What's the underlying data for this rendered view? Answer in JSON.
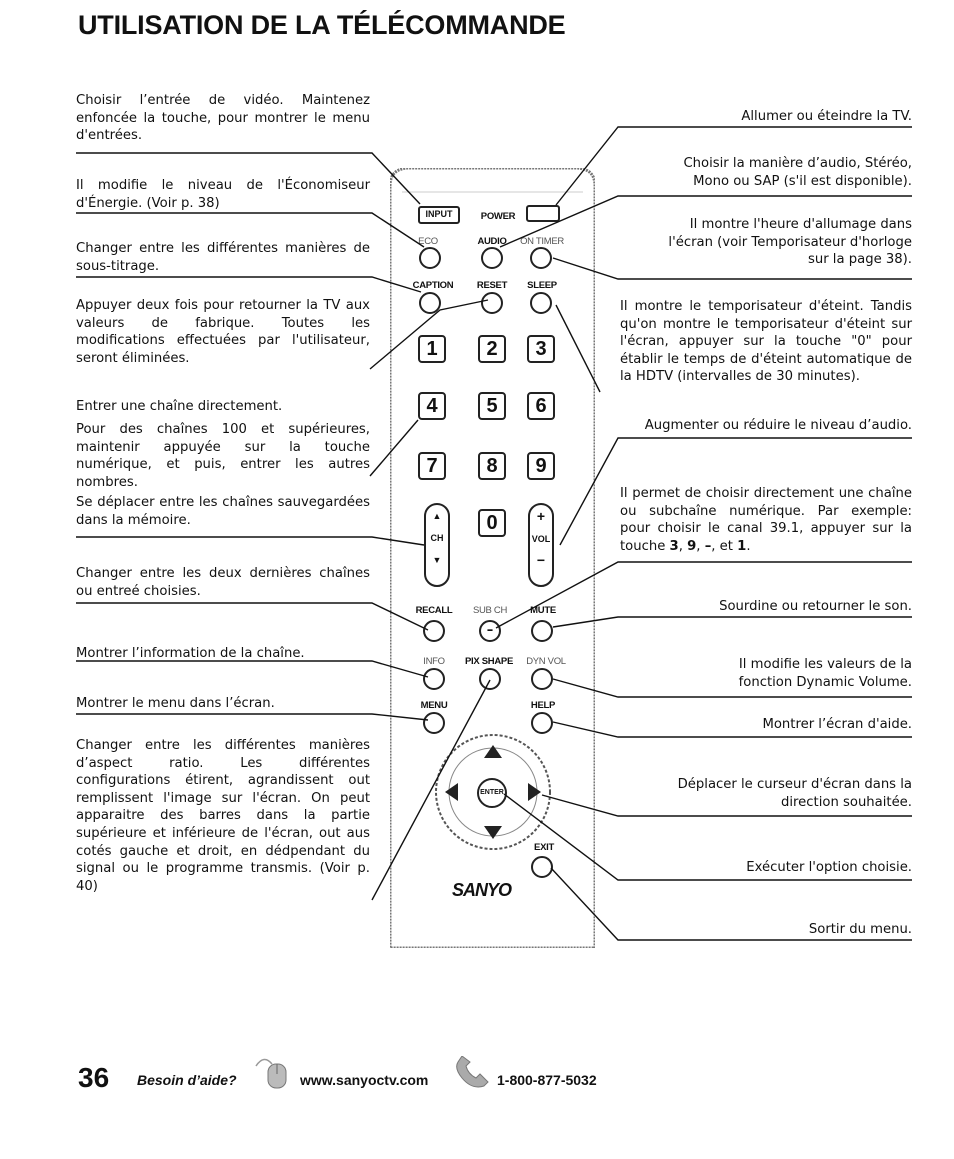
{
  "title": "UTILISATION DE LA TÉLÉCOMMANDE",
  "left": [
    "Choisir l’entrée de vidéo. Maintenez enfoncée la touche, pour montrer le menu d'entrées.",
    "Il modifie le niveau de l'Économiseur d'Énergie. (Voir p. 38)",
    "Changer entre les différentes manières de sous-titrage.",
    "Appuyer deux fois pour retourner la TV aux valeurs de fabrique. Toutes les modifications effectuées par l'utilisateur, seront éliminées.",
    "Entrer une chaîne directement.",
    "Pour des chaînes 100 et supérieures, maintenir appuyée sur la touche numérique, et puis, entrer les autres nombres.",
    "Se déplacer entre les chaînes sauvegardées dans la mémoire.",
    "Changer entre les deux dernières chaînes ou entreé choisies.",
    "Montrer l’information de la chaîne.",
    "Montrer le menu dans l’écran.",
    "Changer entre les différentes manières d’aspect ratio. Les différentes configurations étirent, agrandissent out remplissent l'image sur l'écran. On peut apparaitre des barres dans la partie supérieure et inférieure de l'écran, out aus cotés gauche et droit, en dédpendant du signal ou le programme transmis. (Voir p. 40)"
  ],
  "right": [
    "Allumer ou éteindre la TV.",
    "Choisir la manière d’audio, Stéréo, Mono ou SAP (s'il est disponible).",
    "Il montre l'heure d'allumage dans l'écran (voir Temporisateur d'horloge sur la page 38).",
    "Il montre le temporisateur d'éteint. Tandis qu'on montre le temporisateur d'éteint sur l'écran, appuyer sur la touche \"0\" pour établir le temps de d'éteint automatique de la HDTV (intervalles de 30 minutes).",
    "Augmenter ou réduire le niveau d’audio.",
    "Il permet de choisir directement une chaîne ou subchaîne numérique. Par exemple: pour choisir le canal 39.1, appuyer sur la touche",
    "3",
    "9",
    "–",
    "1",
    "Sourdine ou retourner le son.",
    "Il modifie les valeurs de la fonction Dynamic Volume.",
    "Montrer l’écran d'aide.",
    "Déplacer le curseur d'écran dans la direction souhaitée.",
    "Exécuter l'option choisie.",
    "Sortir du menu."
  ],
  "remote": {
    "input": "INPUT",
    "power": "POWER",
    "eco": "ECO",
    "audio": "AUDIO",
    "ontimer": "ON TIMER",
    "caption": "CAPTION",
    "reset": "RESET",
    "sleep": "SLEEP",
    "n1": "1",
    "n2": "2",
    "n3": "3",
    "n4": "4",
    "n5": "5",
    "n6": "6",
    "n7": "7",
    "n8": "8",
    "n9": "9",
    "n0": "0",
    "ch": "CH",
    "vol": "VOL",
    "recall": "RECALL",
    "subch": "SUB CH",
    "mute": "MUTE",
    "info": "INFO",
    "pixshape": "PIX SHAPE",
    "dynvol": "DYN VOL",
    "menu": "MENU",
    "help": "HELP",
    "enter": "ENTER",
    "exit": "EXIT",
    "brand": "SANYO"
  },
  "footer": {
    "page": "36",
    "help": "Besoin d’aide?",
    "web": "www.sanyoctv.com",
    "phone": "1-800-877-5032"
  }
}
